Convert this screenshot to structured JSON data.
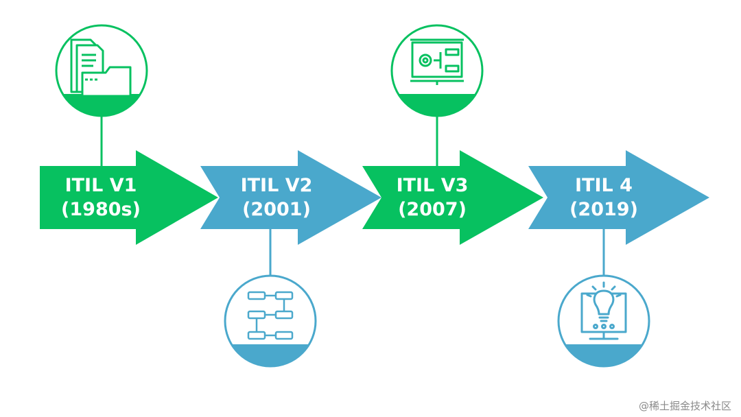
{
  "colors": {
    "green": "#07C160",
    "blue": "#4AA8CC",
    "white": "#ffffff"
  },
  "stages": [
    {
      "title": "ITIL V1",
      "year": "(1980s)",
      "color": "green",
      "icon": "documents-folder-icon",
      "icon_position": "top"
    },
    {
      "title": "ITIL V2",
      "year": "(2001)",
      "color": "blue",
      "icon": "process-flowchart-icon",
      "icon_position": "bottom"
    },
    {
      "title": "ITIL V3",
      "year": "(2007)",
      "color": "green",
      "icon": "presentation-gear-icon",
      "icon_position": "top"
    },
    {
      "title": "ITIL 4",
      "year": "(2019)",
      "color": "blue",
      "icon": "monitor-lightbulb-icon",
      "icon_position": "bottom"
    }
  ],
  "watermark": "@稀土掘金技术社区"
}
